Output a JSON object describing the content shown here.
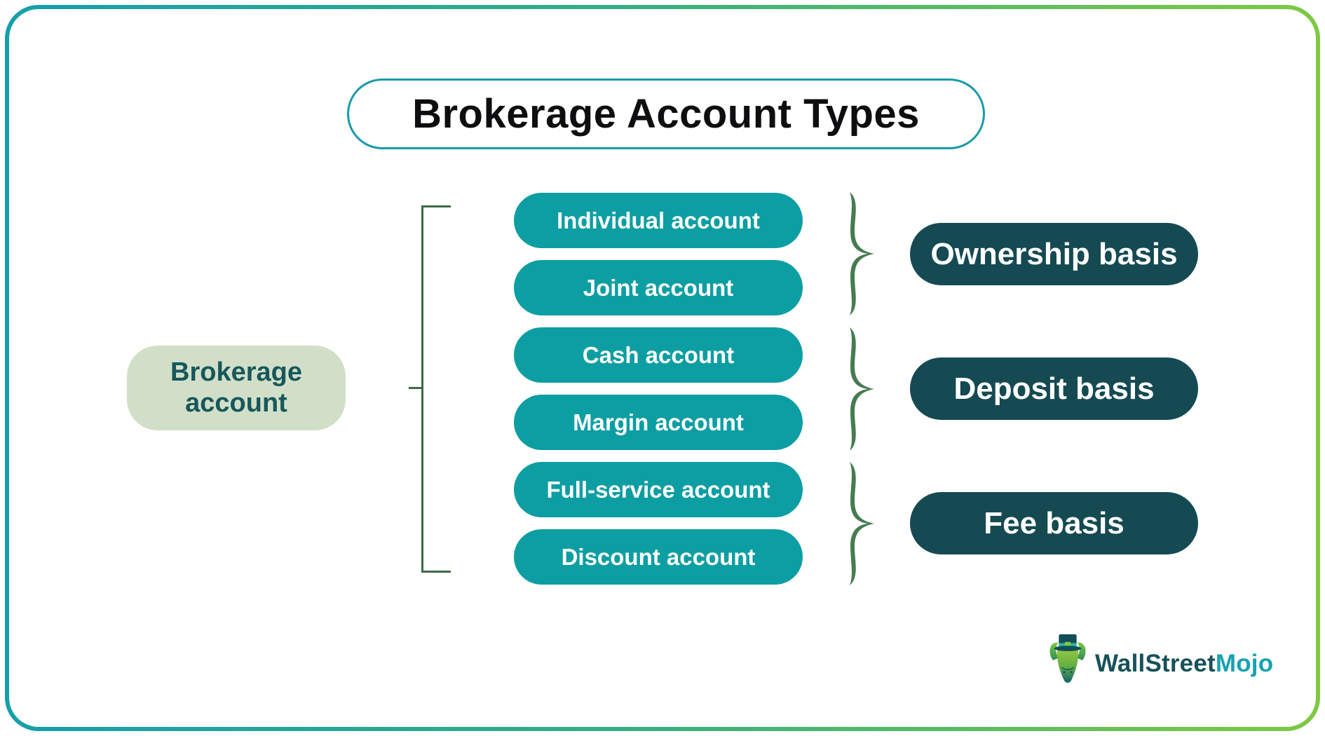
{
  "title": "Brokerage Account Types",
  "root_node": {
    "label": "Brokerage account"
  },
  "accounts": [
    {
      "label": "Individual account"
    },
    {
      "label": "Joint account"
    },
    {
      "label": "Cash account"
    },
    {
      "label": "Margin account"
    },
    {
      "label": "Full-service account"
    },
    {
      "label": "Discount account"
    }
  ],
  "groups": [
    {
      "label": "Ownership basis"
    },
    {
      "label": "Deposit basis"
    },
    {
      "label": "Fee basis"
    }
  ],
  "logo": {
    "part1": "WallStreet",
    "part2": "Mojo"
  },
  "colors": {
    "account_pill": "#0C9EA2",
    "basis_pill": "#154A52",
    "root_node_bg": "#D2DFC8",
    "root_node_text": "#17575C",
    "brace_green": "#457C50",
    "bracket_green": "#3E6A48",
    "title_border": "#179BA8",
    "frame_gradient_start": "#14A0AB",
    "frame_gradient_end": "#7FC944",
    "logo_dark": "#175159",
    "logo_accent": "#17A2B0"
  }
}
